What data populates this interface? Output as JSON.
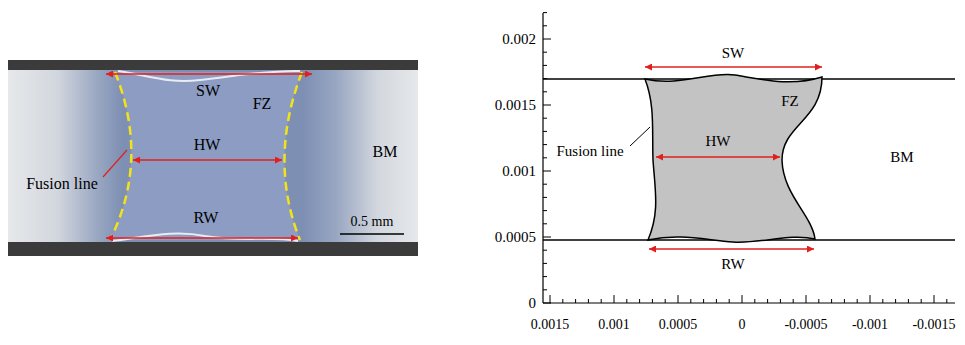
{
  "diagram": {
    "labels": [
      "SW",
      "FZ",
      "Fusion line",
      "HW",
      "BM",
      "RW",
      "0.5 mm",
      "0.002",
      "SW",
      "FZ",
      "0.0015",
      "Fusion line",
      "HW",
      "BM",
      "0.001",
      "0.0005",
      "RW",
      "0",
      "0.0015",
      "0.001",
      "0.0005",
      "0",
      "-0.0005",
      "-0.001",
      "-0.0015"
    ]
  }
}
